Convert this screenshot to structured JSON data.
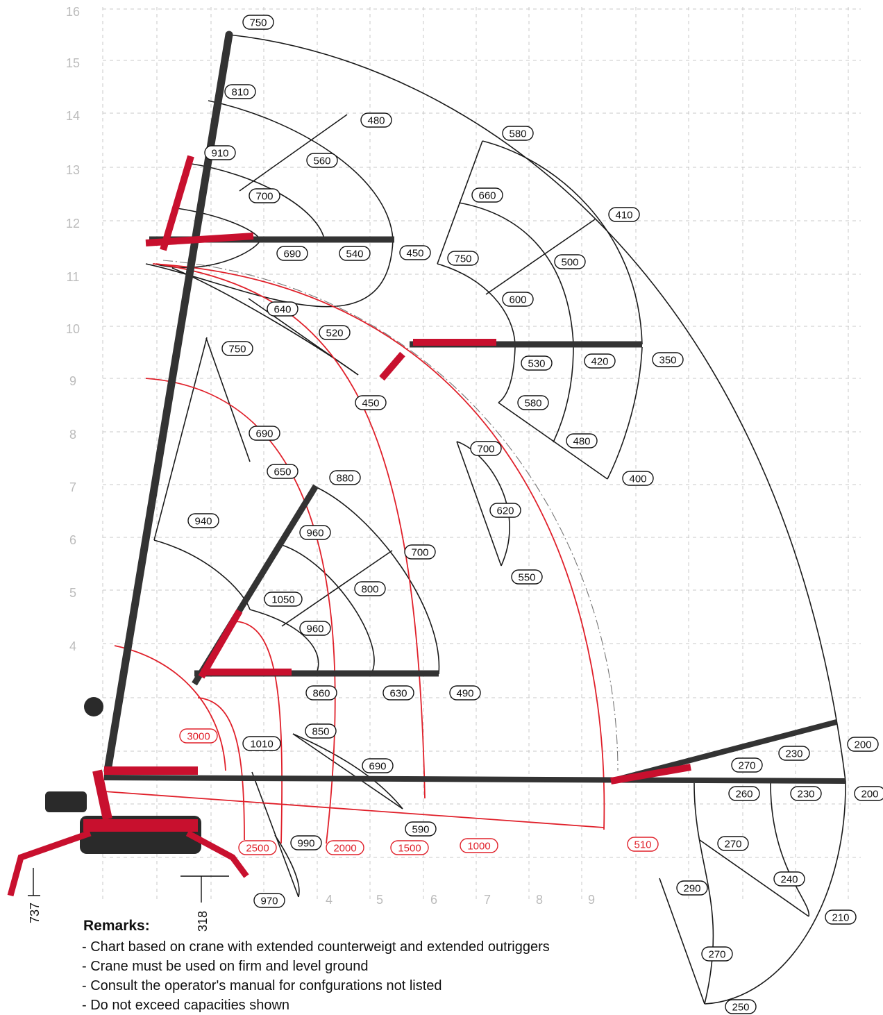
{
  "axes": {
    "height_ticks": [
      "16",
      "15",
      "14",
      "13",
      "12",
      "11",
      "10",
      "9",
      "8",
      "7",
      "6",
      "5",
      "4"
    ],
    "radius_ticks": [
      "4",
      "5",
      "6",
      "7",
      "8",
      "9"
    ]
  },
  "colors": {
    "grid": "#c8c8c8",
    "curve": "#1a1a1a",
    "limit": "#e0202a",
    "boom": "#333333",
    "machine": "#c8102e"
  },
  "black_labels": [
    "750",
    "810",
    "910",
    "480",
    "560",
    "700",
    "580",
    "660",
    "750",
    "410",
    "500",
    "600",
    "690",
    "540",
    "450",
    "640",
    "520",
    "750",
    "530",
    "420",
    "350",
    "450",
    "580",
    "690",
    "700",
    "480",
    "650",
    "400",
    "880",
    "620",
    "940",
    "960",
    "700",
    "550",
    "800",
    "1050",
    "960",
    "860",
    "630",
    "490",
    "850",
    "1010",
    "690",
    "590",
    "990",
    "970",
    "230",
    "270",
    "260",
    "230",
    "200",
    "200",
    "270",
    "290",
    "240",
    "210",
    "270",
    "250"
  ],
  "red_labels": [
    "3000",
    "2500",
    "2000",
    "1500",
    "1000",
    "510"
  ],
  "dimensions": {
    "left": "737",
    "right": "318"
  },
  "remarks": {
    "title": "Remarks:",
    "items": [
      "Chart based on crane with extended counterweigt and extended outriggers",
      "Crane must be used on firm and level ground",
      "Consult the operator's manual for confgurations not listed",
      "Do not exceed capacities shown"
    ]
  }
}
